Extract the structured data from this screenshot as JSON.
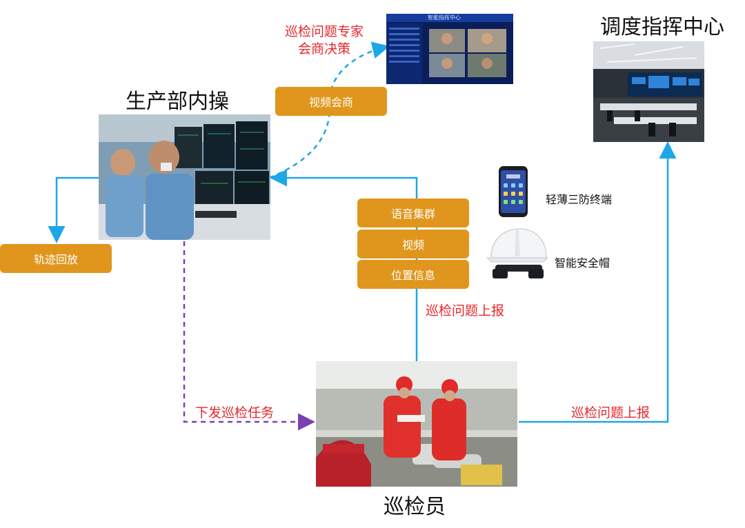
{
  "nodes": {
    "production_title": "生产部内操",
    "dispatch_title": "调度指挥中心",
    "inspector_title": "巡检员"
  },
  "labels": {
    "expert_line1": "巡检问题专家",
    "expert_line2": "会商决策",
    "report_left": "巡检问题上报",
    "report_right": "巡检问题上报",
    "dispatch_task": "下发巡检任务"
  },
  "buttons": {
    "video_meeting": "视频会商",
    "track_playback": "轨迹回放",
    "voice_cluster": "语音集群",
    "video": "视频",
    "location_info": "位置信息"
  },
  "devices": {
    "terminal": "轻薄三防终端",
    "helmet": "智能安全帽"
  },
  "screen": {
    "title": "智能指挥中心"
  },
  "colors": {
    "blue_line": "#1ea6e8",
    "purple_dashed": "#7b3fb5",
    "orange_box": "#e0961c",
    "red_text": "#e8262b"
  }
}
